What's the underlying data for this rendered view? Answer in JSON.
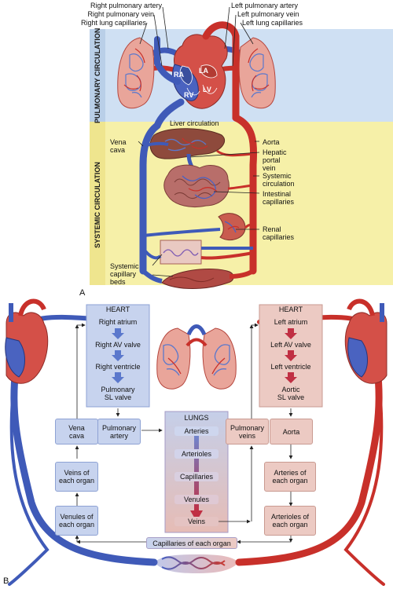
{
  "panel_a": {
    "letter": "A",
    "pulmonary_band": "PULMONARY CIRCULATION",
    "systemic_band": "SYSTEMIC CIRCULATION",
    "labels_left_top": [
      "Right pulmonary artery",
      "Right pulmonary vein",
      "Right lung capillaries"
    ],
    "labels_right_top": [
      "Left pulmonary artery",
      "Left pulmonary vein",
      "Left lung capillaries"
    ],
    "heart": {
      "ra": "RA",
      "la": "LA",
      "rv": "RV",
      "lv": "LV"
    },
    "liver_circulation": "Liver circulation",
    "vena_cava": "Vena\ncava",
    "aorta": "Aorta",
    "hepatic_portal_vein": "Hepatic\nportal\nvein",
    "systemic_circulation": "Systemic\ncirculation",
    "intestinal_capillaries": "Intestinal\ncapillaries",
    "renal_capillaries": "Renal\ncapillaries",
    "systemic_capillary_beds": "Systemic\ncapillary\nbeds"
  },
  "panel_b": {
    "letter": "B",
    "heart_left": "HEART",
    "heart_right": "HEART",
    "right_atrium": "Right atrium",
    "right_av_valve": "Right AV valve",
    "right_ventricle": "Right ventricle",
    "pulmonary_sl_valve": "Pulmonary\nSL valve",
    "left_atrium": "Left atrium",
    "left_av_valve": "Left AV valve",
    "left_ventricle": "Left ventricle",
    "aortic_sl_valve": "Aortic\nSL valve",
    "vena_cava": "Vena\ncava",
    "pulmonary_artery": "Pulmonary\nartery",
    "lungs": "LUNGS",
    "lung_items": [
      "Arteries",
      "Arterioles",
      "Capillaries",
      "Venules",
      "Veins"
    ],
    "pulmonary_veins": "Pulmonary\nveins",
    "aorta": "Aorta",
    "veins_each_organ": "Veins of\neach organ",
    "venules_each_organ": "Venules of\neach organ",
    "arteries_each_organ": "Arteries of\neach organ",
    "arterioles_each_organ": "Arterioles of\neach organ",
    "capillaries_each_organ": "Capillaries of each organ"
  },
  "colors": {
    "venous": "#3f5ab8",
    "arterial": "#c8302a",
    "pulmonary_bg": "#cfe0f3",
    "systemic_bg": "#f6f0a8",
    "blue_box": "#c7d3ee",
    "pink_box": "#eccac3"
  }
}
